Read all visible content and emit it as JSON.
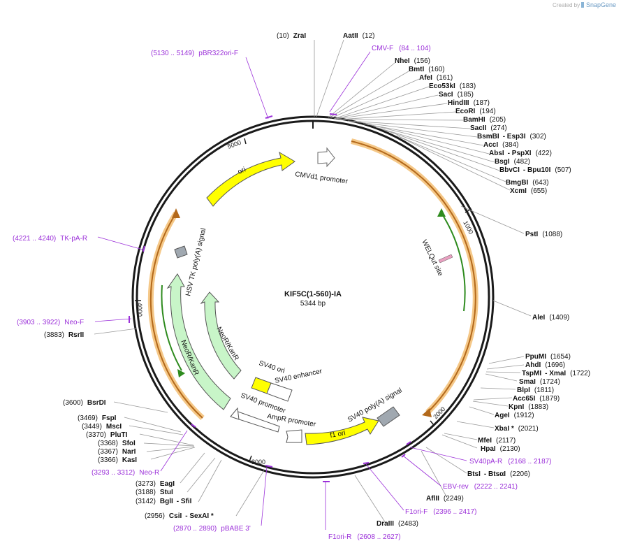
{
  "credit": {
    "created_by": "Created by",
    "brand": "SnapGene"
  },
  "plasmid": {
    "name": "KIF5C(1-560)-IA",
    "size": "5344 bp"
  },
  "ticks": [
    "1000",
    "2000",
    "3000",
    "4000",
    "5000"
  ],
  "colors": {
    "ring": "#1a1a1a",
    "enzyme_line": "#999999",
    "primer": "#9b30d9",
    "yellow": "#ffff00",
    "green_feature": "#c8f5c8",
    "gray_feature": "#a0a8b0",
    "orange_band": "#f5c888",
    "brown_arrow": "#b3691b",
    "green_arrow": "#2e8b1e"
  },
  "enzymes": [
    {
      "name": "ZraI",
      "pos": "(10)"
    },
    {
      "name": "AatII",
      "pos": "(12)"
    },
    {
      "name": "NheI",
      "pos": "(156)"
    },
    {
      "name": "BmtI",
      "pos": "(160)"
    },
    {
      "name": "AfeI",
      "pos": "(161)"
    },
    {
      "name": "Eco53kI",
      "pos": "(183)"
    },
    {
      "name": "SacI",
      "pos": "(185)"
    },
    {
      "name": "HindIII",
      "pos": "(187)"
    },
    {
      "name": "EcoRI",
      "pos": "(194)"
    },
    {
      "name": "BamHI",
      "pos": "(205)"
    },
    {
      "name": "SacII",
      "pos": "(274)"
    },
    {
      "name": "BsmBI",
      "alt": "- Esp3I",
      "pos": "(302)"
    },
    {
      "name": "AccI",
      "pos": "(384)"
    },
    {
      "name": "AbsI",
      "alt": "- PspXI",
      "pos": "(422)"
    },
    {
      "name": "BsgI",
      "pos": "(482)"
    },
    {
      "name": "BbvCI",
      "alt": "- Bpu10I",
      "pos": "(507)"
    },
    {
      "name": "BmgBI",
      "pos": "(643)"
    },
    {
      "name": "XcmI",
      "pos": "(655)"
    },
    {
      "name": "PstI",
      "pos": "(1088)"
    },
    {
      "name": "AleI",
      "pos": "(1409)"
    },
    {
      "name": "PpuMI",
      "pos": "(1654)"
    },
    {
      "name": "AhdI",
      "pos": "(1696)"
    },
    {
      "name": "TspMI",
      "alt": "- XmaI",
      "pos": "(1722)"
    },
    {
      "name": "SmaI",
      "pos": "(1724)"
    },
    {
      "name": "BlpI",
      "pos": "(1811)"
    },
    {
      "name": "Acc65I",
      "pos": "(1879)"
    },
    {
      "name": "KpnI",
      "pos": "(1883)"
    },
    {
      "name": "AgeI",
      "pos": "(1912)"
    },
    {
      "name": "XbaI *",
      "pos": "(2021)"
    },
    {
      "name": "MfeI",
      "pos": "(2117)"
    },
    {
      "name": "HpaI",
      "pos": "(2130)"
    },
    {
      "name": "BtsI",
      "alt": "- BtsαI",
      "pos": "(2206)"
    },
    {
      "name": "AflII",
      "pos": "(2249)"
    },
    {
      "name": "DraIII",
      "pos": "(2483)"
    },
    {
      "name": "CsiI",
      "alt": "- SexAI *",
      "pos": "(2956)"
    },
    {
      "name": "BglI",
      "alt": "- SfiI",
      "pos": "(3142)"
    },
    {
      "name": "StuI",
      "pos": "(3188)"
    },
    {
      "name": "EagI",
      "pos": "(3273)"
    },
    {
      "name": "KasI",
      "pos": "(3366)"
    },
    {
      "name": "NarI",
      "pos": "(3367)"
    },
    {
      "name": "SfoI",
      "pos": "(3368)"
    },
    {
      "name": "PluTI",
      "pos": "(3370)"
    },
    {
      "name": "MscI",
      "pos": "(3449)"
    },
    {
      "name": "FspI",
      "pos": "(3469)"
    },
    {
      "name": "BsrDI",
      "pos": "(3600)"
    },
    {
      "name": "RsrII",
      "pos": "(3883)"
    }
  ],
  "primers": [
    {
      "name": "pBR322ori-F",
      "range": "(5130 .. 5149)"
    },
    {
      "name": "CMV-F",
      "range": "(84 .. 104)"
    },
    {
      "name": "TK-pA-R",
      "range": "(4221 .. 4240)"
    },
    {
      "name": "Neo-F",
      "range": "(3903 .. 3922)"
    },
    {
      "name": "Neo-R",
      "range": "(3293 .. 3312)"
    },
    {
      "name": "pBABE 3'",
      "range": "(2870 .. 2890)"
    },
    {
      "name": "F1ori-R",
      "range": "(2608 .. 2627)"
    },
    {
      "name": "F1ori-F",
      "range": "(2396 .. 2417)"
    },
    {
      "name": "EBV-rev",
      "range": "(2222 .. 2241)"
    },
    {
      "name": "SV40pA-R",
      "range": "(2168 .. 2187)"
    }
  ],
  "features": {
    "cmv": "CMVd1 promoter",
    "ori": "ori",
    "welqut": "WELQut site",
    "hsv": "HSV TK poly(A) signal",
    "neo_outer": "NeoR/KanR",
    "neo_inner": "NeoR/KanR",
    "sv40ori": "SV40 ori",
    "sv40enh": "SV40 enhancer",
    "sv40prom": "SV40 promoter",
    "ampr": "AmpR promoter",
    "f1ori": "f1 ori",
    "sv40pa": "SV40 poly(A) signal"
  }
}
